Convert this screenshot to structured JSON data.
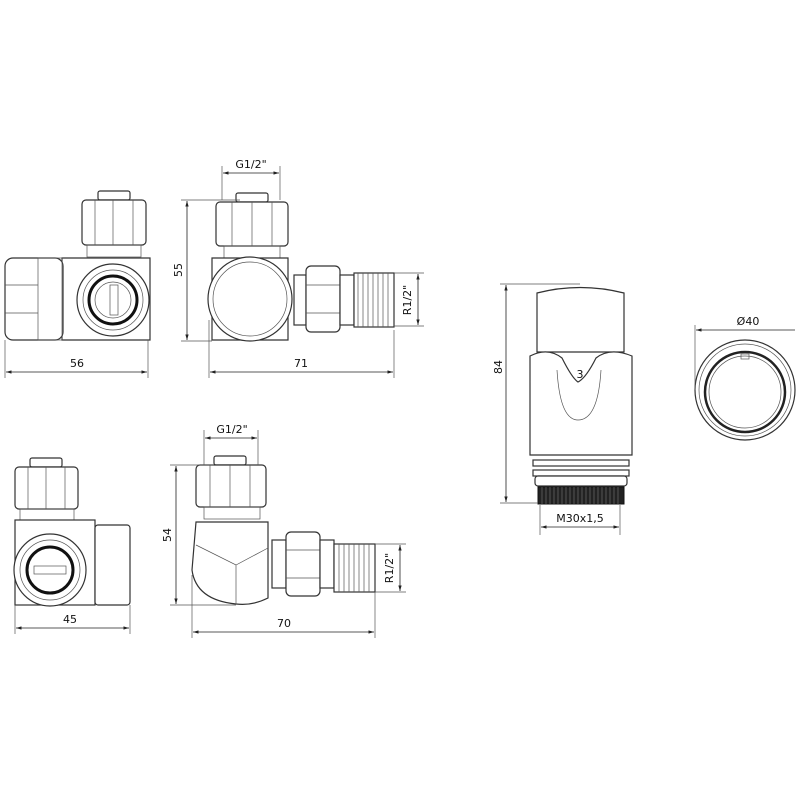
{
  "views": {
    "top_front": {
      "width_label": "56"
    },
    "top_side": {
      "thread_top": "G1/2\"",
      "height_label": "55",
      "width_label": "71",
      "thread_side": "R1/2\""
    },
    "thermostat": {
      "height_label": "84",
      "thread_label": "M30x1,5",
      "scale_mark": "3"
    },
    "thermostat_top": {
      "diameter_label": "Ø40"
    },
    "bottom_front": {
      "width_label": "45"
    },
    "bottom_side": {
      "thread_top": "G1/2\"",
      "height_label": "54",
      "width_label": "70",
      "thread_side": "R1/2\""
    }
  },
  "colors": {
    "line": "#333333",
    "background": "#ffffff"
  }
}
